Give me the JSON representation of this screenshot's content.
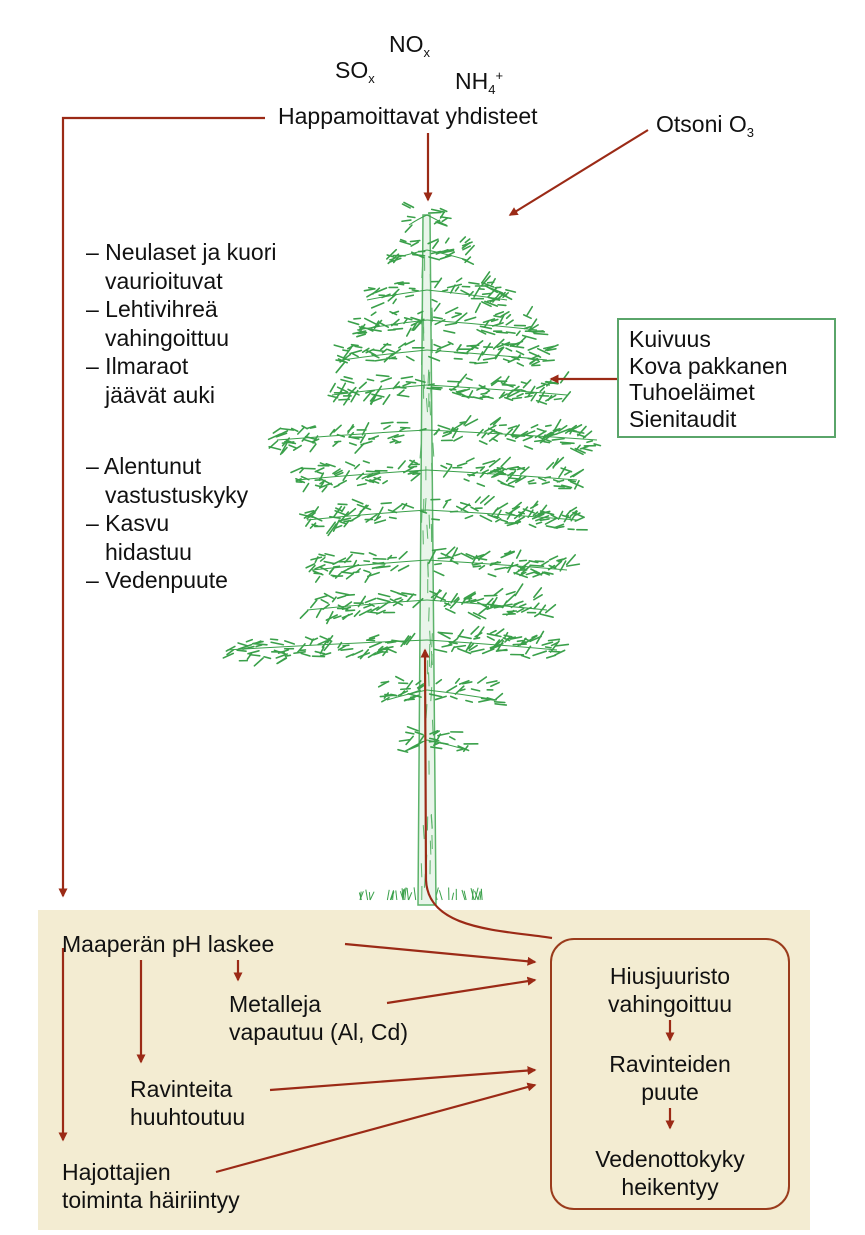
{
  "pollutants": {
    "no": "NO",
    "no_sub": "x",
    "so": "SO",
    "so_sub": "x",
    "nh": "NH",
    "nh_sub": "4",
    "nh_sup": "+",
    "acidifying": "Happamoittavat yhdisteet"
  },
  "ozone": {
    "label": "Otsoni O",
    "sub": "3"
  },
  "effects_upper": [
    {
      "line1": "– Neulaset ja kuori",
      "line2": "vaurioituvat"
    },
    {
      "line1": "– Lehtivihreä",
      "line2": "vahingoittuu"
    },
    {
      "line1": "– Ilmaraot",
      "line2": "jäävät auki"
    }
  ],
  "effects_lower": [
    {
      "line1": "– Alentunut",
      "line2": "vastustuskyky"
    },
    {
      "line1": "– Kasvu",
      "line2": "hidastuu"
    },
    {
      "line1": "– Vedenpuute",
      "line2": ""
    }
  ],
  "stress_factors": [
    "Kuivuus",
    "Kova pakkanen",
    "Tuhoeläimet",
    "Sienitaudit"
  ],
  "soil": {
    "ph_drop": "Maaperän pH laskee",
    "metals_1": "Metalleja",
    "metals_2": "vapautuu (Al, Cd)",
    "nutrients_1": "Ravinteita",
    "nutrients_2": "huuhtoutuu",
    "decomposers_1": "Hajottajien",
    "decomposers_2": "toiminta häiriintyy"
  },
  "roots": {
    "step1_1": "Hiusjuuristo",
    "step1_2": "vahingoittuu",
    "step2_1": "Ravinteiden",
    "step2_2": "puute",
    "step3_1": "Vedenottokyky",
    "step3_2": "heikentyy"
  },
  "colors": {
    "arrow": "#9b2a16",
    "tree": "#3aa04a",
    "trunk": "#5cb36a",
    "box_border": "#5aa56a",
    "soil_bg": "#f3ecd2",
    "root_border": "#9a3b1c"
  }
}
